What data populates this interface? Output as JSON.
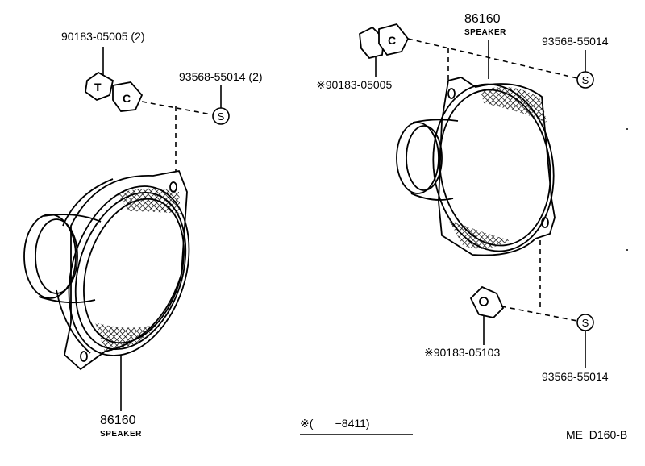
{
  "left_assembly": {
    "clip_part": "90183-05005 (2)",
    "screw_part": "93568-55014 (2)",
    "speaker_number": "86160",
    "speaker_name": "SPEAKER"
  },
  "right_assembly": {
    "speaker_number": "86160",
    "speaker_name": "SPEAKER",
    "screw_part_top": "93568-55014",
    "clip_part_top": "※90183-05005",
    "clip_part_bottom": "※90183-05103",
    "screw_part_bottom": "93568-55014"
  },
  "screw_symbol": "S",
  "clip_symbol": "C",
  "footnote": "※(       −8411)",
  "figure_code": "ME  D160-B"
}
